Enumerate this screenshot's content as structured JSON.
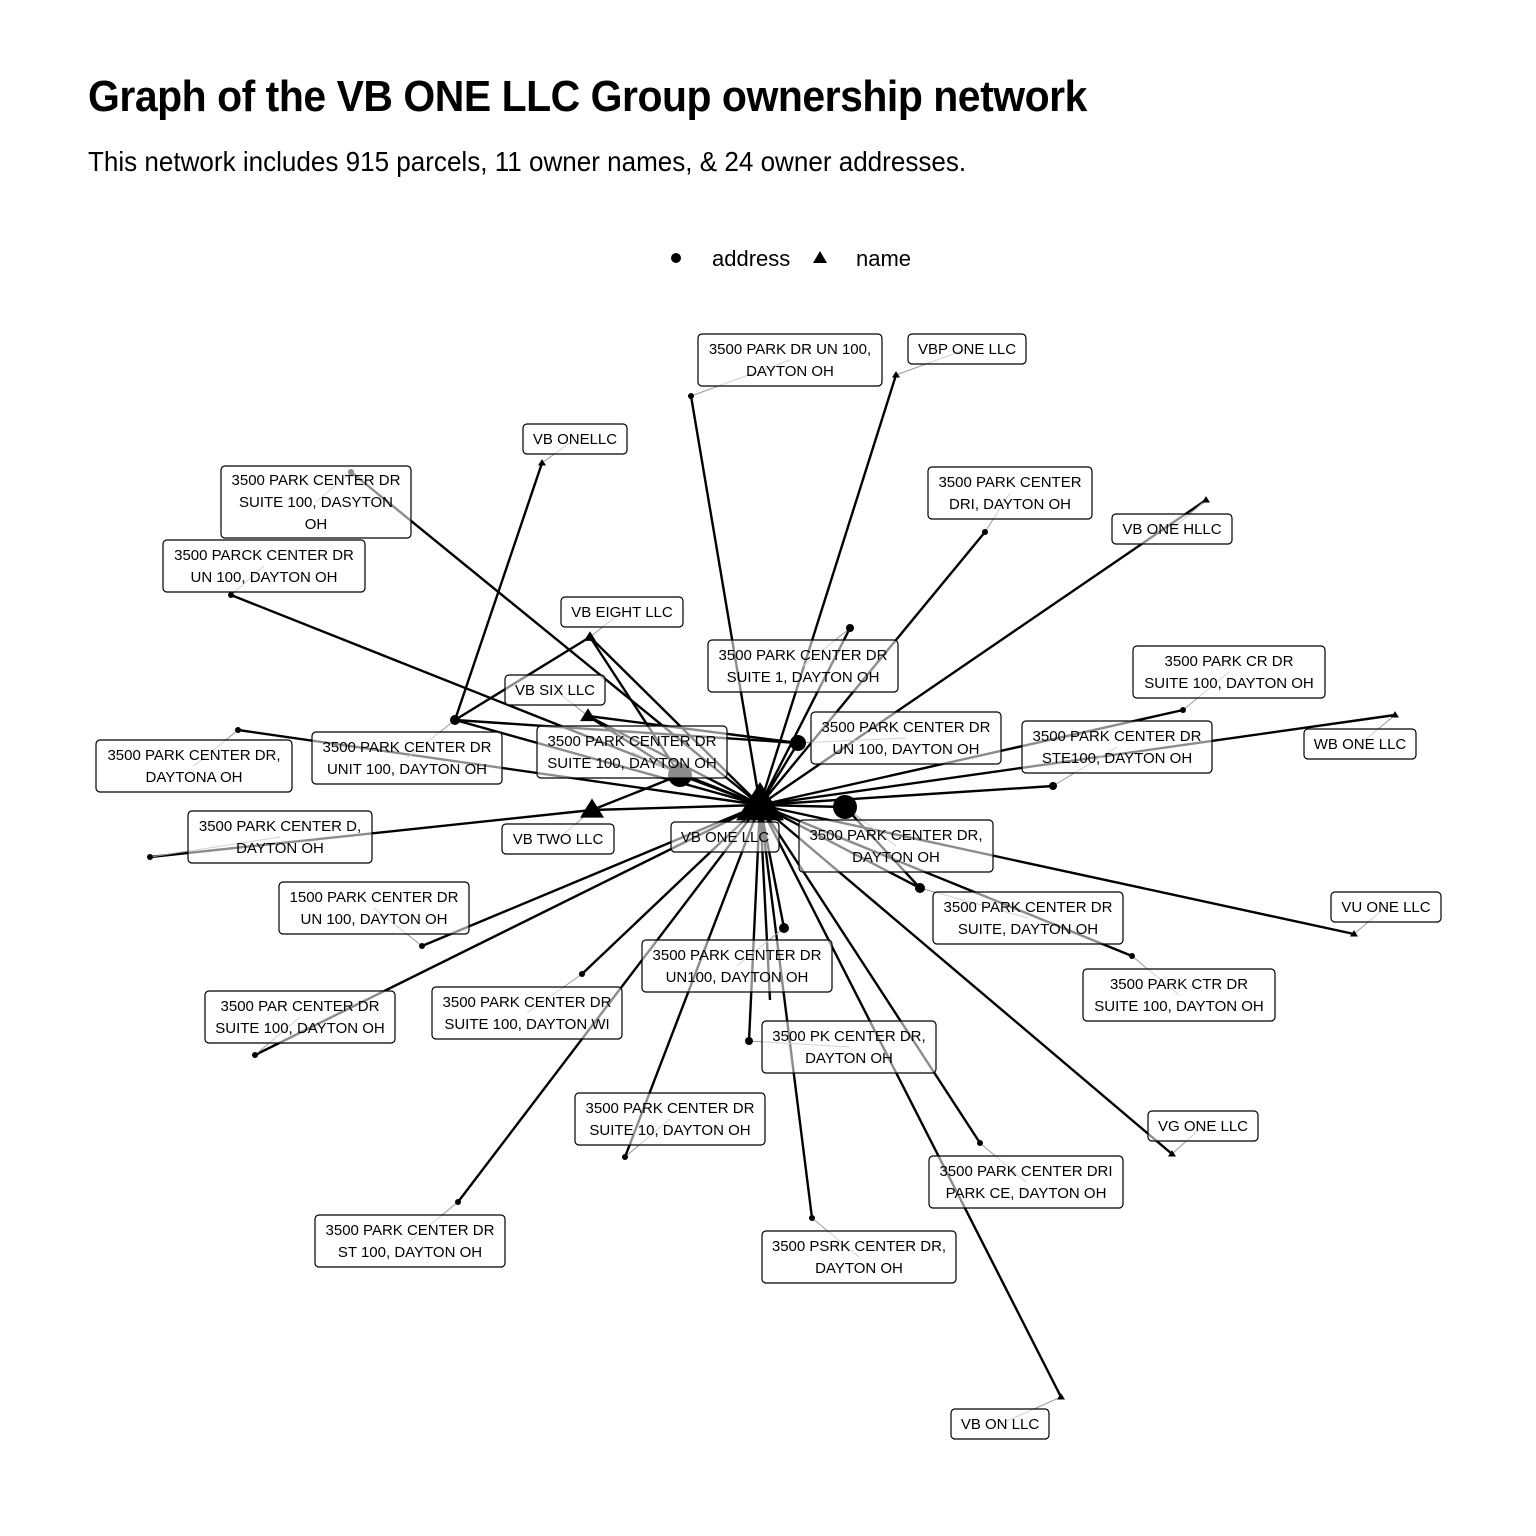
{
  "title": "Graph of the VB ONE LLC Group ownership network",
  "subtitle": "This network includes 915 parcels, 11 owner names, & 24 owner addresses.",
  "legend": [
    {
      "type": "address",
      "label": "address",
      "shape": "circle"
    },
    {
      "type": "name",
      "label": "name",
      "shape": "triangle"
    }
  ],
  "colors": {
    "edge": "#000000",
    "label_border": "#000000",
    "leader": "#999999"
  },
  "nodes": [
    {
      "id": "hub",
      "type": "name",
      "label": [
        "VB ONE LLC"
      ]
    },
    {
      "id": "vb2",
      "type": "name",
      "label": [
        "VB TWO LLC"
      ]
    },
    {
      "id": "vb6",
      "type": "name",
      "label": [
        "VB SIX LLC"
      ]
    },
    {
      "id": "vb8",
      "type": "name",
      "label": [
        "VB EIGHT LLC"
      ]
    },
    {
      "id": "vbonellc",
      "type": "name",
      "label": [
        "VB ONELLC"
      ]
    },
    {
      "id": "vbp",
      "type": "name",
      "label": [
        "VBP ONE LLC"
      ]
    },
    {
      "id": "hllc",
      "type": "name",
      "label": [
        "VB ONE HLLC"
      ]
    },
    {
      "id": "wb",
      "type": "name",
      "label": [
        "WB ONE LLC"
      ]
    },
    {
      "id": "vu",
      "type": "name",
      "label": [
        "VU ONE LLC"
      ]
    },
    {
      "id": "vg",
      "type": "name",
      "label": [
        "VG ONE LLC"
      ]
    },
    {
      "id": "von",
      "type": "name",
      "label": [
        "VB ON LLC"
      ]
    },
    {
      "id": "a_suite100",
      "type": "address",
      "label": [
        "3500 PARK CENTER DR",
        "SUITE 100, DAYTON OH"
      ]
    },
    {
      "id": "a_pcdr",
      "type": "address",
      "label": [
        "3500 PARK CENTER DR,",
        "DAYTON OH"
      ]
    },
    {
      "id": "a_un100",
      "type": "address",
      "label": [
        "3500 PARK CENTER DR",
        "UN 100, DAYTON OH"
      ]
    },
    {
      "id": "a_unit100",
      "type": "address",
      "label": [
        "3500 PARK CENTER DR",
        "UNIT 100, DAYTON OH"
      ]
    },
    {
      "id": "a_suite1",
      "type": "address",
      "label": [
        "3500 PARK CENTER DR",
        "SUITE 1, DAYTON OH"
      ]
    },
    {
      "id": "a_suite",
      "type": "address",
      "label": [
        "3500 PARK CENTER DR",
        "SUITE, DAYTON OH"
      ]
    },
    {
      "id": "a_un100b",
      "type": "address",
      "label": [
        "3500 PARK CENTER DR",
        "UN100, DAYTON OH"
      ]
    },
    {
      "id": "a_ste100",
      "type": "address",
      "label": [
        "3500 PARK CENTER DR",
        "STE100, DAYTON OH"
      ]
    },
    {
      "id": "a_pk",
      "type": "address",
      "label": [
        "3500 PK CENTER DR,",
        "DAYTON OH"
      ]
    },
    {
      "id": "a_parkdr",
      "type": "address",
      "label": [
        "3500 PARK DR UN 100,",
        "DAYTON OH"
      ]
    },
    {
      "id": "a_dasyton",
      "type": "address",
      "label": [
        "3500 PARK CENTER DR",
        "SUITE 100, DASYTON",
        "OH"
      ]
    },
    {
      "id": "a_parck",
      "type": "address",
      "label": [
        "3500 PARCK CENTER DR",
        "UN 100, DAYTON OH"
      ]
    },
    {
      "id": "a_dri",
      "type": "address",
      "label": [
        "3500 PARK CENTER",
        "DRI, DAYTON OH"
      ]
    },
    {
      "id": "a_parkcr",
      "type": "address",
      "label": [
        "3500 PARK CR DR",
        "SUITE 100, DAYTON OH"
      ]
    },
    {
      "id": "a_daytona",
      "type": "address",
      "label": [
        "3500 PARK CENTER DR,",
        "DAYTONA OH"
      ]
    },
    {
      "id": "a_centerd",
      "type": "address",
      "label": [
        "3500 PARK CENTER D,",
        "DAYTON OH"
      ]
    },
    {
      "id": "a_1500",
      "type": "address",
      "label": [
        "1500 PARK CENTER DR",
        "UN 100, DAYTON OH"
      ]
    },
    {
      "id": "a_par",
      "type": "address",
      "label": [
        "3500 PAR CENTER DR",
        "SUITE 100, DAYTON OH"
      ]
    },
    {
      "id": "a_wi",
      "type": "address",
      "label": [
        "3500 PARK CENTER DR",
        "SUITE 100, DAYTON WI"
      ]
    },
    {
      "id": "a_ctr",
      "type": "address",
      "label": [
        "3500 PARK CTR DR",
        "SUITE 100, DAYTON OH"
      ]
    },
    {
      "id": "a_suite10",
      "type": "address",
      "label": [
        "3500 PARK CENTER DR",
        "SUITE 10, DAYTON OH"
      ]
    },
    {
      "id": "a_st100",
      "type": "address",
      "label": [
        "3500 PARK CENTER DR",
        "ST 100, DAYTON OH"
      ]
    },
    {
      "id": "a_psrk",
      "type": "address",
      "label": [
        "3500 PSRK CENTER DR,",
        "DAYTON OH"
      ]
    },
    {
      "id": "a_parkce",
      "type": "address",
      "label": [
        "3500 PARK CENTER DRI",
        "PARK CE, DAYTON OH"
      ]
    }
  ],
  "edges": [
    [
      "hub",
      "vb2"
    ],
    [
      "hub",
      "vb6"
    ],
    [
      "hub",
      "vb8"
    ],
    [
      "hub",
      "vbp"
    ],
    [
      "hub",
      "hllc"
    ],
    [
      "hub",
      "wb"
    ],
    [
      "hub",
      "vu"
    ],
    [
      "hub",
      "vg"
    ],
    [
      "hub",
      "von"
    ],
    [
      "hub",
      "a_suite100"
    ],
    [
      "hub",
      "a_pcdr"
    ],
    [
      "hub",
      "a_un100"
    ],
    [
      "hub",
      "a_unit100"
    ],
    [
      "hub",
      "a_suite1"
    ],
    [
      "hub",
      "a_suite"
    ],
    [
      "hub",
      "a_un100b"
    ],
    [
      "hub",
      "a_ste100"
    ],
    [
      "hub",
      "a_pk"
    ],
    [
      "hub",
      "a_parkdr"
    ],
    [
      "hub",
      "a_dasyton"
    ],
    [
      "hub",
      "a_parck"
    ],
    [
      "hub",
      "a_dri"
    ],
    [
      "hub",
      "a_parkcr"
    ],
    [
      "hub",
      "a_daytona"
    ],
    [
      "hub",
      "a_1500"
    ],
    [
      "hub",
      "a_par"
    ],
    [
      "hub",
      "a_wi"
    ],
    [
      "hub",
      "a_ctr"
    ],
    [
      "hub",
      "a_suite10"
    ],
    [
      "hub",
      "a_st100"
    ],
    [
      "hub",
      "a_psrk"
    ],
    [
      "hub",
      "a_parkce"
    ],
    [
      "hub",
      "a_extra"
    ],
    [
      "vb2",
      "a_suite100"
    ],
    [
      "vb2",
      "a_centerd"
    ],
    [
      "vb6",
      "a_un100"
    ],
    [
      "vb6",
      "a_suite100"
    ],
    [
      "vb8",
      "a_unit100"
    ],
    [
      "vb8",
      "a_suite100"
    ],
    [
      "vbonellc",
      "a_unit100"
    ],
    [
      "a_unit100",
      "a_un100"
    ],
    [
      "a_pcdr",
      "a_suite"
    ]
  ]
}
